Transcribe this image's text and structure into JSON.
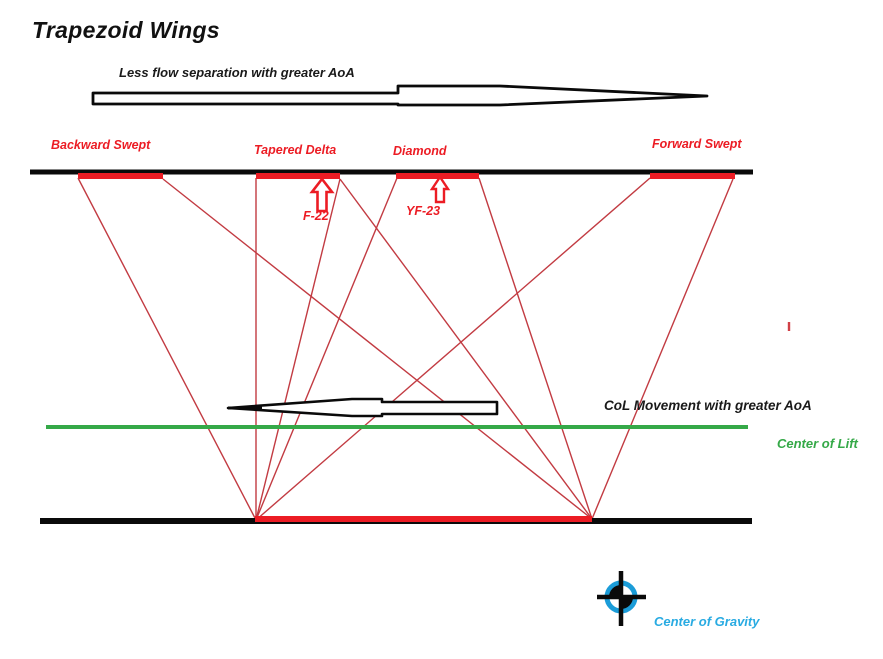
{
  "title": "Trapezoid Wings",
  "arrows": {
    "flow_label": "Less flow separation with greater AoA",
    "col_label": "CoL Movement with greater AoA"
  },
  "wing_types": [
    {
      "label": "Backward Swept"
    },
    {
      "label": "Tapered Delta"
    },
    {
      "label": "Diamond"
    },
    {
      "label": "Forward Swept"
    }
  ],
  "aircraft": [
    {
      "label": "F-22"
    },
    {
      "label": "YF-23"
    }
  ],
  "reference_lines": {
    "center_of_lift": "Center of Lift",
    "center_of_gravity": "Center of Gravity"
  },
  "colors": {
    "wing_red": "#ec1c24",
    "thin_line_red": "#c23b42",
    "lift_green": "#35a948",
    "gravity_blue": "#29abe2",
    "ring_blue": "#1b9cd8",
    "ink_black": "#0a0a0a"
  }
}
